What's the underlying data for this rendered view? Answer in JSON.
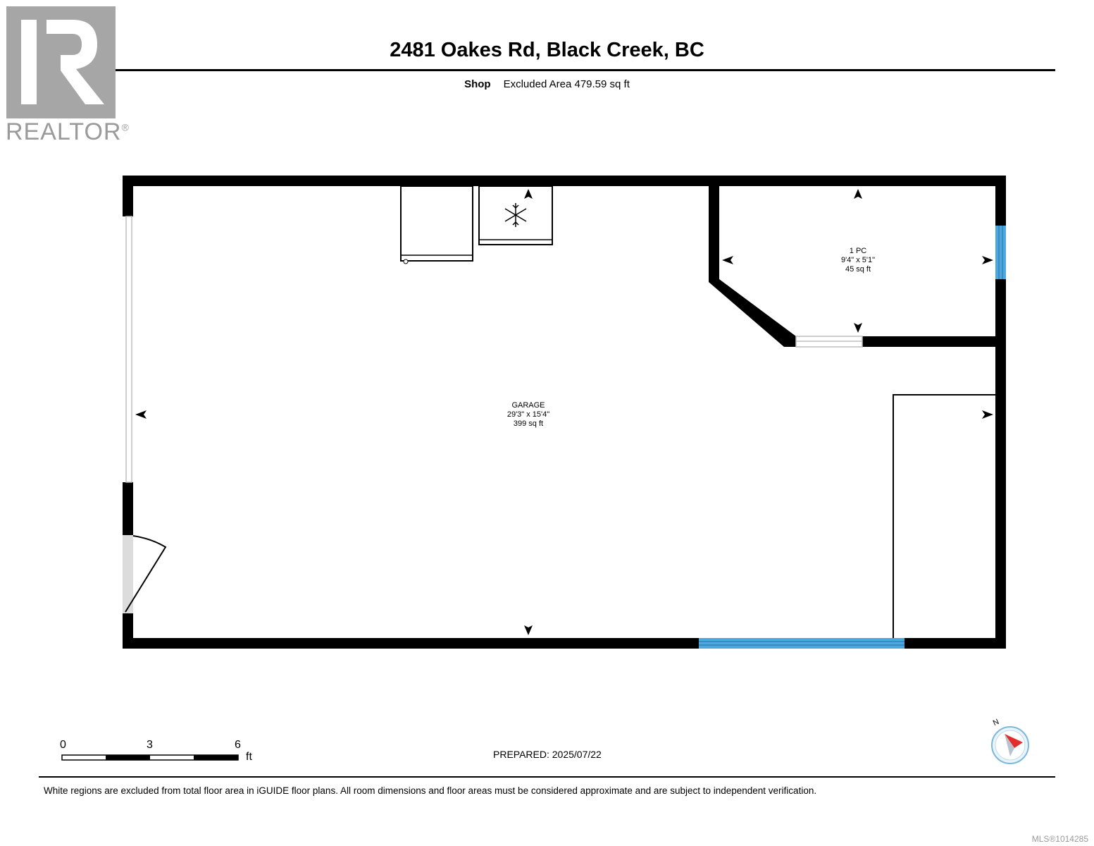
{
  "header": {
    "title": "2481 Oakes Rd, Black Creek, BC",
    "section_label": "Shop",
    "area_text": "Excluded Area 479.59 sq ft"
  },
  "logo": {
    "text": "REALTOR",
    "mark": "®"
  },
  "rooms": [
    {
      "name": "GARAGE",
      "dimensions": "29'3\" x 15'4\"",
      "area": "399 sq ft"
    },
    {
      "name": "1 PC",
      "dimensions": "9'4\" x 5'1\"",
      "area": "45 sq ft"
    }
  ],
  "scale": {
    "labels": [
      "0",
      "3",
      "6"
    ],
    "unit": "ft"
  },
  "prepared": "PREPARED: 2025/07/22",
  "disclaimer": "White regions are excluded from total floor area in iGUIDE floor plans. All room dimensions and floor areas must be considered approximate and are subject to independent verification.",
  "footer_id": "MLS®1014285",
  "compass": {
    "label": "N"
  },
  "colors": {
    "wall": "#000000",
    "window": "#4aa8de",
    "door": "#d8d8d8",
    "logo": "#a6a6a6"
  },
  "icons": [
    "snowflake-icon",
    "compass-icon",
    "dimension-arrow-icon"
  ]
}
